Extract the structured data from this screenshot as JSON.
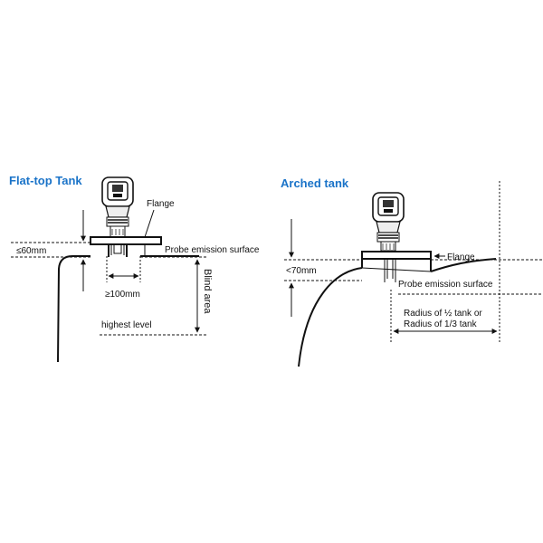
{
  "flat_top": {
    "title": "Flat-top Tank",
    "flange_label": "Flange",
    "probe_surface_label": "Probe emission surface",
    "dim_top_label": "≤60mm",
    "dim_width_label": "≥100mm",
    "highest_level_label": "highest level",
    "blind_area_label": "Blind area"
  },
  "arched": {
    "title": "Arched tank",
    "flange_label": "Flange",
    "probe_surface_label": "Probe emission surface",
    "dim_top_label": "<70mm",
    "radius_line1": "Radius of ½ tank or",
    "radius_line2": "Radius of 1/3 tank"
  },
  "colors": {
    "title": "#1a73c8",
    "line": "#111111"
  }
}
